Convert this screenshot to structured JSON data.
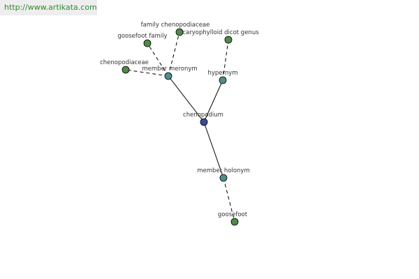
{
  "watermark": {
    "url": "http://www.artikata.com"
  },
  "colors": {
    "root_node": "#3b4a98",
    "relation_node": "#4e8f8a",
    "leaf_node": "#4f8a46"
  },
  "graph": {
    "nodes": [
      {
        "id": "chenopodium",
        "label": "chenopodium",
        "kind": "root"
      },
      {
        "id": "member-meronym",
        "label": "member meronym",
        "kind": "relation"
      },
      {
        "id": "hypernym",
        "label": "hypernym",
        "kind": "relation"
      },
      {
        "id": "member-holonym",
        "label": "member holonym",
        "kind": "relation"
      },
      {
        "id": "family-chenopodiaceae",
        "label": "family chenopodiaceae",
        "kind": "leaf"
      },
      {
        "id": "goosefoot-family",
        "label": "goosefoot family",
        "kind": "leaf"
      },
      {
        "id": "chenopodiaceae",
        "label": "chenopodiaceae",
        "kind": "leaf"
      },
      {
        "id": "caryophylloid-dicot-genus",
        "label": "caryophylloid dicot genus",
        "kind": "leaf"
      },
      {
        "id": "goosefoot",
        "label": "goosefoot",
        "kind": "leaf"
      }
    ],
    "edges": [
      {
        "from": "chenopodium",
        "to": "member-meronym",
        "style": "solid"
      },
      {
        "from": "chenopodium",
        "to": "hypernym",
        "style": "solid"
      },
      {
        "from": "chenopodium",
        "to": "member-holonym",
        "style": "solid"
      },
      {
        "from": "member-meronym",
        "to": "family-chenopodiaceae",
        "style": "dashed"
      },
      {
        "from": "member-meronym",
        "to": "goosefoot-family",
        "style": "dashed"
      },
      {
        "from": "member-meronym",
        "to": "chenopodiaceae",
        "style": "dashed"
      },
      {
        "from": "hypernym",
        "to": "caryophylloid-dicot-genus",
        "style": "dashed"
      },
      {
        "from": "member-holonym",
        "to": "goosefoot",
        "style": "dashed"
      }
    ]
  }
}
